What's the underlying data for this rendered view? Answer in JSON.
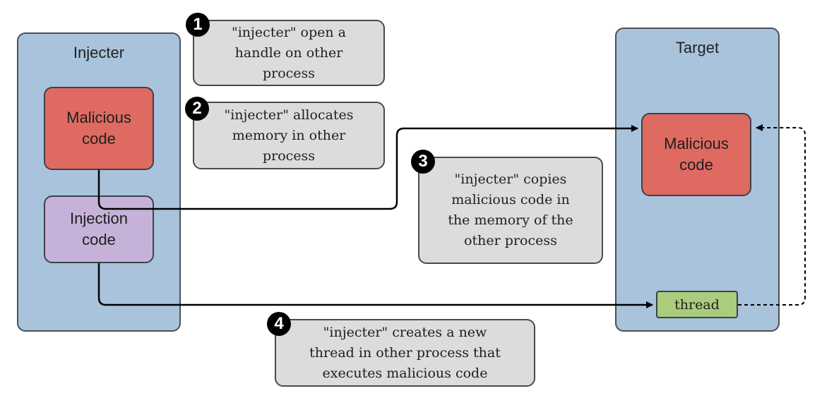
{
  "injecter": {
    "title": "Injecter",
    "malicious_code": "Malicious\ncode",
    "injection_code": "Injection\ncode"
  },
  "target": {
    "title": "Target",
    "malicious_code": "Malicious\ncode",
    "thread": "thread"
  },
  "steps": [
    {
      "number": "1",
      "text": "\"injecter\" open a\nhandle on other\nprocess"
    },
    {
      "number": "2",
      "text": "\"injecter\" allocates\nmemory in other\nprocess"
    },
    {
      "number": "3",
      "text": "\"injecter\" copies\nmalicious code in\nthe memory of the\nother process"
    },
    {
      "number": "4",
      "text": "\"injecter\" creates a new\nthread in other process that\nexecutes malicious code"
    }
  ],
  "colors": {
    "process_fill": "#a9c3dc",
    "malicious_fill": "#de6a62",
    "injection_fill": "#c6b2d8",
    "thread_fill": "#a9cc7d",
    "note_fill": "#dcdcdc"
  }
}
